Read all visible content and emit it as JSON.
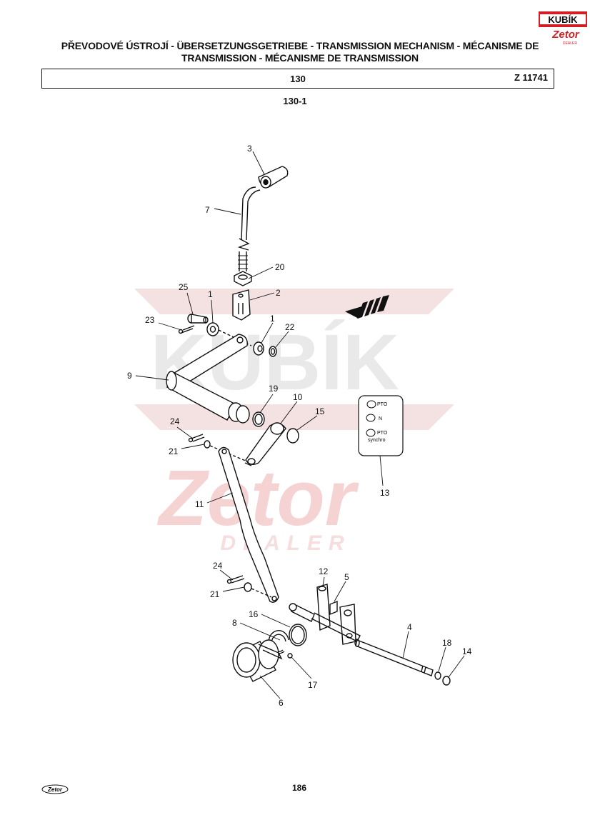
{
  "header": {
    "title_line1": "PŘEVODOVÉ ÚSTROJÍ - ÜBERSETZUNGSGETRIEBE - TRANSMISSION MECHANISM - MÉCANISME DE",
    "title_line2": "TRANSMISSION - MÉCANISME DE TRANSMISSION",
    "section": "130",
    "code": "Z 11741",
    "subsection": "130-1"
  },
  "logos": {
    "kubik_text": "KUBÍK",
    "zetor_text": "Zetor",
    "dealer_text": "DEALER",
    "small_logo_text": "Zetor"
  },
  "watermark": {
    "kubik": "KUBÍK",
    "zetor": "Zetor",
    "dealer": "DEALER"
  },
  "colors": {
    "watermark_gray": "#e6e6e6",
    "watermark_red": "#f3c9c9",
    "brand_red": "#d21f26",
    "line": "#111111"
  },
  "selector_plate": {
    "labels": [
      "PTO",
      "N",
      "PTO",
      "synchro"
    ]
  },
  "callouts": {
    "c3": "3",
    "c7": "7",
    "c20": "20",
    "c2": "2",
    "c25": "25",
    "c1a": "1",
    "c23": "23",
    "c1b": "1",
    "c22": "22",
    "c9": "9",
    "c19": "19",
    "c10": "10",
    "c15": "15",
    "c24a": "24",
    "c21a": "21",
    "c13": "13",
    "c11": "11",
    "c24b": "24",
    "c21b": "21",
    "c12": "12",
    "c5": "5",
    "c16": "16",
    "c8": "8",
    "c4": "4",
    "c18": "18",
    "c14": "14",
    "c17": "17",
    "c6": "6"
  },
  "footer": {
    "page_number": "186"
  }
}
